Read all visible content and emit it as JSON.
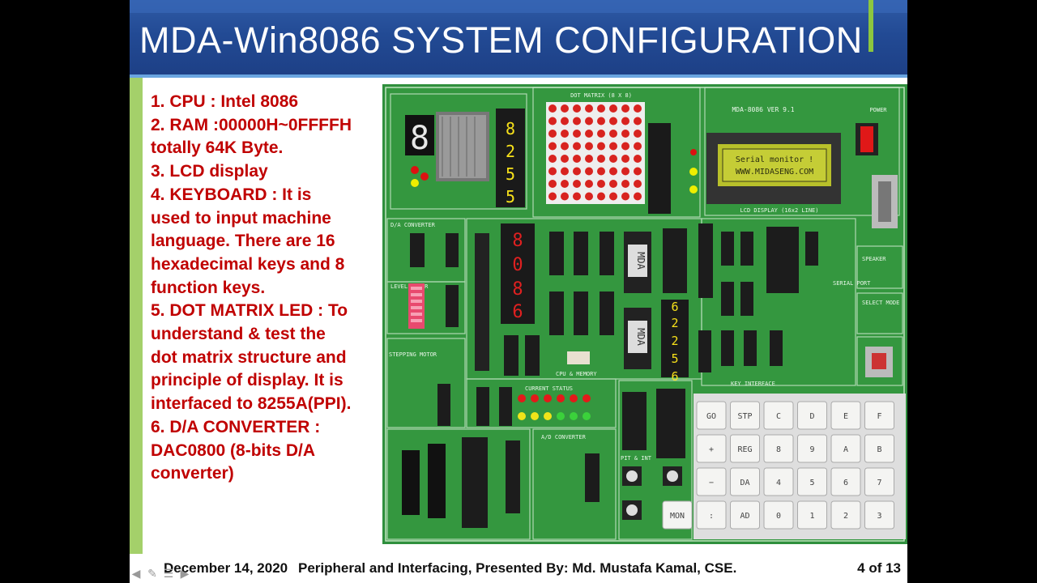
{
  "slide": {
    "title": "MDA-Win8086 SYSTEM CONFIGURATION",
    "content_lines": [
      "1. CPU : Intel 8086",
      "2. RAM :00000H~0FFFFH",
      "totally 64K Byte.",
      "3. LCD display",
      "4. KEYBOARD : It is",
      "used to input machine",
      "language. There are 16",
      "hexadecimal keys and 8",
      "function keys.",
      "5. DOT MATRIX LED : To",
      "understand & test the",
      "dot matrix structure and",
      "principle of display. It is",
      "interfaced to 8255A(PPI).",
      "6. D/A CONVERTER :",
      "DAC0800 (8-bits D/A",
      "converter)"
    ],
    "footer": {
      "date": "December 14, 2020",
      "center": "Peripheral and Interfacing, Presented By: Md. Mustafa Kamal, CSE.",
      "page": "4 of 13"
    }
  },
  "board": {
    "chip_8255_top": [
      "8",
      "2",
      "5",
      "5"
    ],
    "chip_8086": [
      "8",
      "0",
      "8",
      "6"
    ],
    "chip_8255_mid": [
      "6",
      "2",
      "2",
      "5",
      "6"
    ],
    "mda_label": "MDA",
    "board_label": "MDA-8086 VER 9.1",
    "dot_matrix_label": "DOT MATRIX (8 X 8)",
    "lcd_line1": "Serial monitor !",
    "lcd_line2": "WWW.MIDASENG.COM",
    "lcd_label": "LCD DISPLAY (16x2 LINE)",
    "power_label": "POWER",
    "speaker_label": "SPEAKER",
    "select_mode_label": "SELECT MODE",
    "key_interface_label": "KEY INTERFACE",
    "current_status_label": "CURRENT STATUS",
    "ad_label": "A/D CONVERTER",
    "da_label": "D/A CONVERTER",
    "level_meter_label": "LEVEL METER",
    "stepping_motor_label": "STEPPING MOTOR",
    "cpu_memory_label": "CPU & MEMORY",
    "pit_label": "PIT & INT",
    "serial_port_label": "SERIAL PORT",
    "seg_digit": "8",
    "keypad": [
      [
        "GO",
        "STP",
        "C",
        "D",
        "E",
        "F"
      ],
      [
        "+",
        "REG",
        "8",
        "9",
        "A",
        "B"
      ],
      [
        "−",
        "DA",
        "4",
        "5",
        "6",
        "7"
      ],
      [
        "MON",
        ":",
        "AD",
        "0",
        "1",
        "2",
        "3"
      ]
    ]
  },
  "nav_icons": [
    "arrow-left-icon",
    "pen-icon",
    "menu-icon",
    "arrow-right-icon"
  ]
}
